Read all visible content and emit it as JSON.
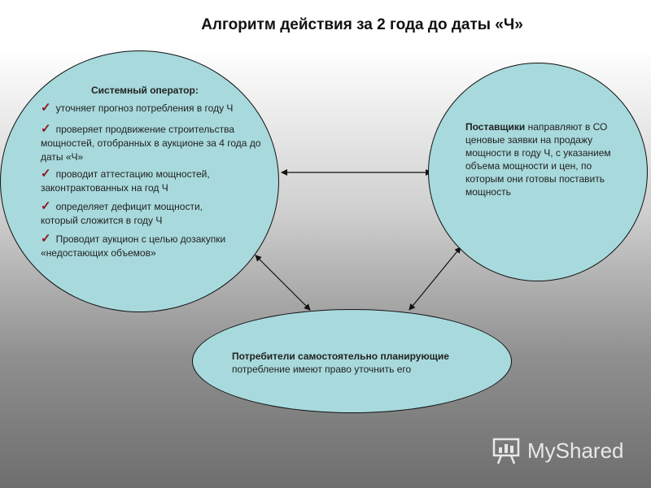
{
  "title": "Алгоритм действия за 2 года до даты «Ч»",
  "left_oval": {
    "heading": "Системный оператор:",
    "items": [
      {
        "first": "уточняет прогноз потребления в году Ч",
        "rest": ""
      },
      {
        "first": "проверяет продвижение строительства",
        "rest": "мощностей, отобранных в аукционе за 4 года до даты «Ч»"
      },
      {
        "first": "проводит аттестацию мощностей,",
        "rest": "законтрактованных на год Ч"
      },
      {
        "first": "определяет дефицит мощности,",
        "rest": "который сложится в году Ч"
      },
      {
        "first": "Проводит аукцион с целью дозакупки",
        "rest": "«недостающих объемов»"
      }
    ]
  },
  "right_oval": {
    "bold": "Поставщики",
    "text": " направляют в СО ценовые заявки на продажу мощности в году Ч, с указанием объема мощности и цен, по которым они готовы поставить мощность"
  },
  "bottom_oval": {
    "bold": "Потребители самостоятельно планирующие",
    "text": "потребление имеют право уточнить его"
  },
  "logo": {
    "text": "MyShared"
  },
  "icons": {
    "check": "check-icon",
    "logo": "presentation-icon"
  },
  "colors": {
    "oval_fill": "#a8d9dc",
    "check": "#8b1a1a"
  }
}
